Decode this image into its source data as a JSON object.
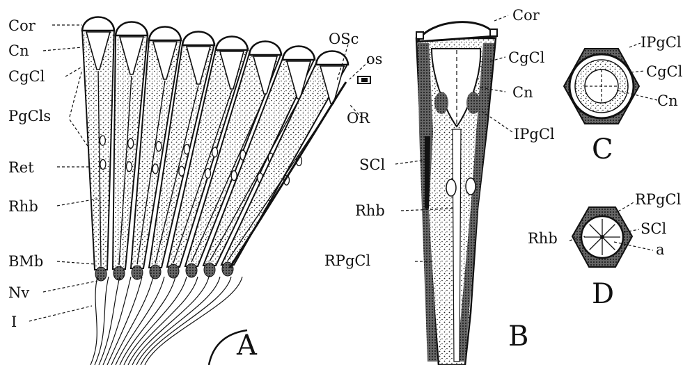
{
  "figure": {
    "panel_letters": {
      "a": "A",
      "b": "B",
      "c": "C",
      "d": "D"
    },
    "panel_a_labels": {
      "cor": "Cor",
      "cn": "Cn",
      "cgcl": "CgCl",
      "pgcls": "PgCls",
      "ret": "Ret",
      "rhb": "Rhb",
      "bmb": "BMb",
      "nv": "Nv",
      "i": "I",
      "osc": "OSc",
      "os": "os",
      "or": "OR"
    },
    "panel_b_labels": {
      "cor": "Cor",
      "cgcl": "CgCl",
      "cn": "Cn",
      "ipgcl": "IPgCl",
      "scl": "SCl",
      "rhb": "Rhb",
      "rpgcl": "RPgCl"
    },
    "panel_c_labels": {
      "ipgcl": "IPgCl",
      "cgcl": "CgCl",
      "cn": "Cn"
    },
    "panel_d_labels": {
      "rpgcl": "RPgCl",
      "scl": "SCl",
      "rhb": "Rhb",
      "a": "a"
    }
  }
}
